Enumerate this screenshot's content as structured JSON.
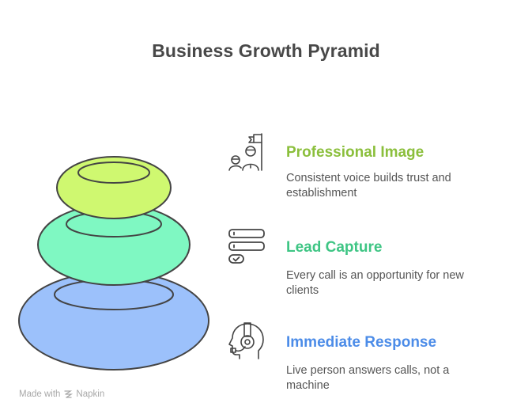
{
  "title": "Business Growth Pyramid",
  "tiers": [
    {
      "level": "top",
      "title": "Professional Image",
      "description": "Consistent voice builds trust and establishment",
      "color": "#8BBF3C",
      "fill": "#CFF870",
      "icon": "people-flag-icon"
    },
    {
      "level": "middle",
      "title": "Lead Capture",
      "description": "Every call is an opportunity for new clients",
      "color": "#3EC584",
      "fill": "#7FF8C2",
      "icon": "form-checklist-icon"
    },
    {
      "level": "bottom",
      "title": "Immediate Response",
      "description": "Live person answers calls, not a machine",
      "color": "#4C8CE8",
      "fill": "#9CC1FB",
      "icon": "headset-agent-icon"
    }
  ],
  "footer": {
    "made_with": "Made with",
    "brand": "Napkin"
  }
}
